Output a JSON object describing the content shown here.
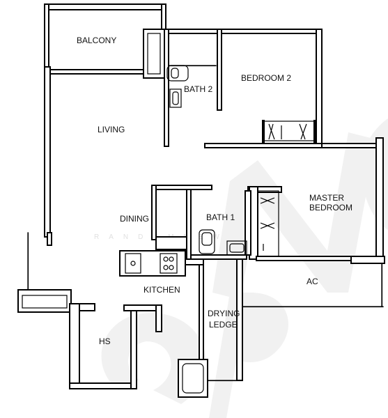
{
  "rooms": {
    "balcony": "BALCONY",
    "bath2": "BATH 2",
    "bedroom2": "BEDROOM 2",
    "living": "LIVING",
    "master_line1": "MASTER",
    "master_line2": "BEDROOM",
    "dining": "DINING",
    "bath1": "BATH 1",
    "kitchen": "KITCHEN",
    "ac": "AC",
    "drying_line1": "DRYING",
    "drying_line2": "LEDGE",
    "hs": "HS"
  },
  "watermark": {
    "text": "RANDOMNEW",
    "brand": "ePNe",
    "color": "#e6e6e6"
  }
}
